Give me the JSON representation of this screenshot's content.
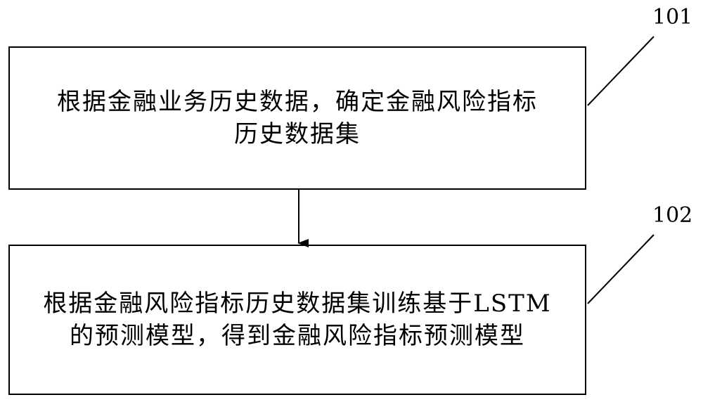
{
  "steps": [
    {
      "ref": "101",
      "lines": [
        "根据金融业务历史数据，确定金融风险指标",
        "历史数据集"
      ]
    },
    {
      "ref": "102",
      "lines": [
        "根据金融风险指标历史数据集训练基于LSTM",
        "的预测模型，得到金融风险指标预测模型"
      ]
    }
  ],
  "colors": {
    "stroke": "#000000",
    "background": "#ffffff"
  }
}
